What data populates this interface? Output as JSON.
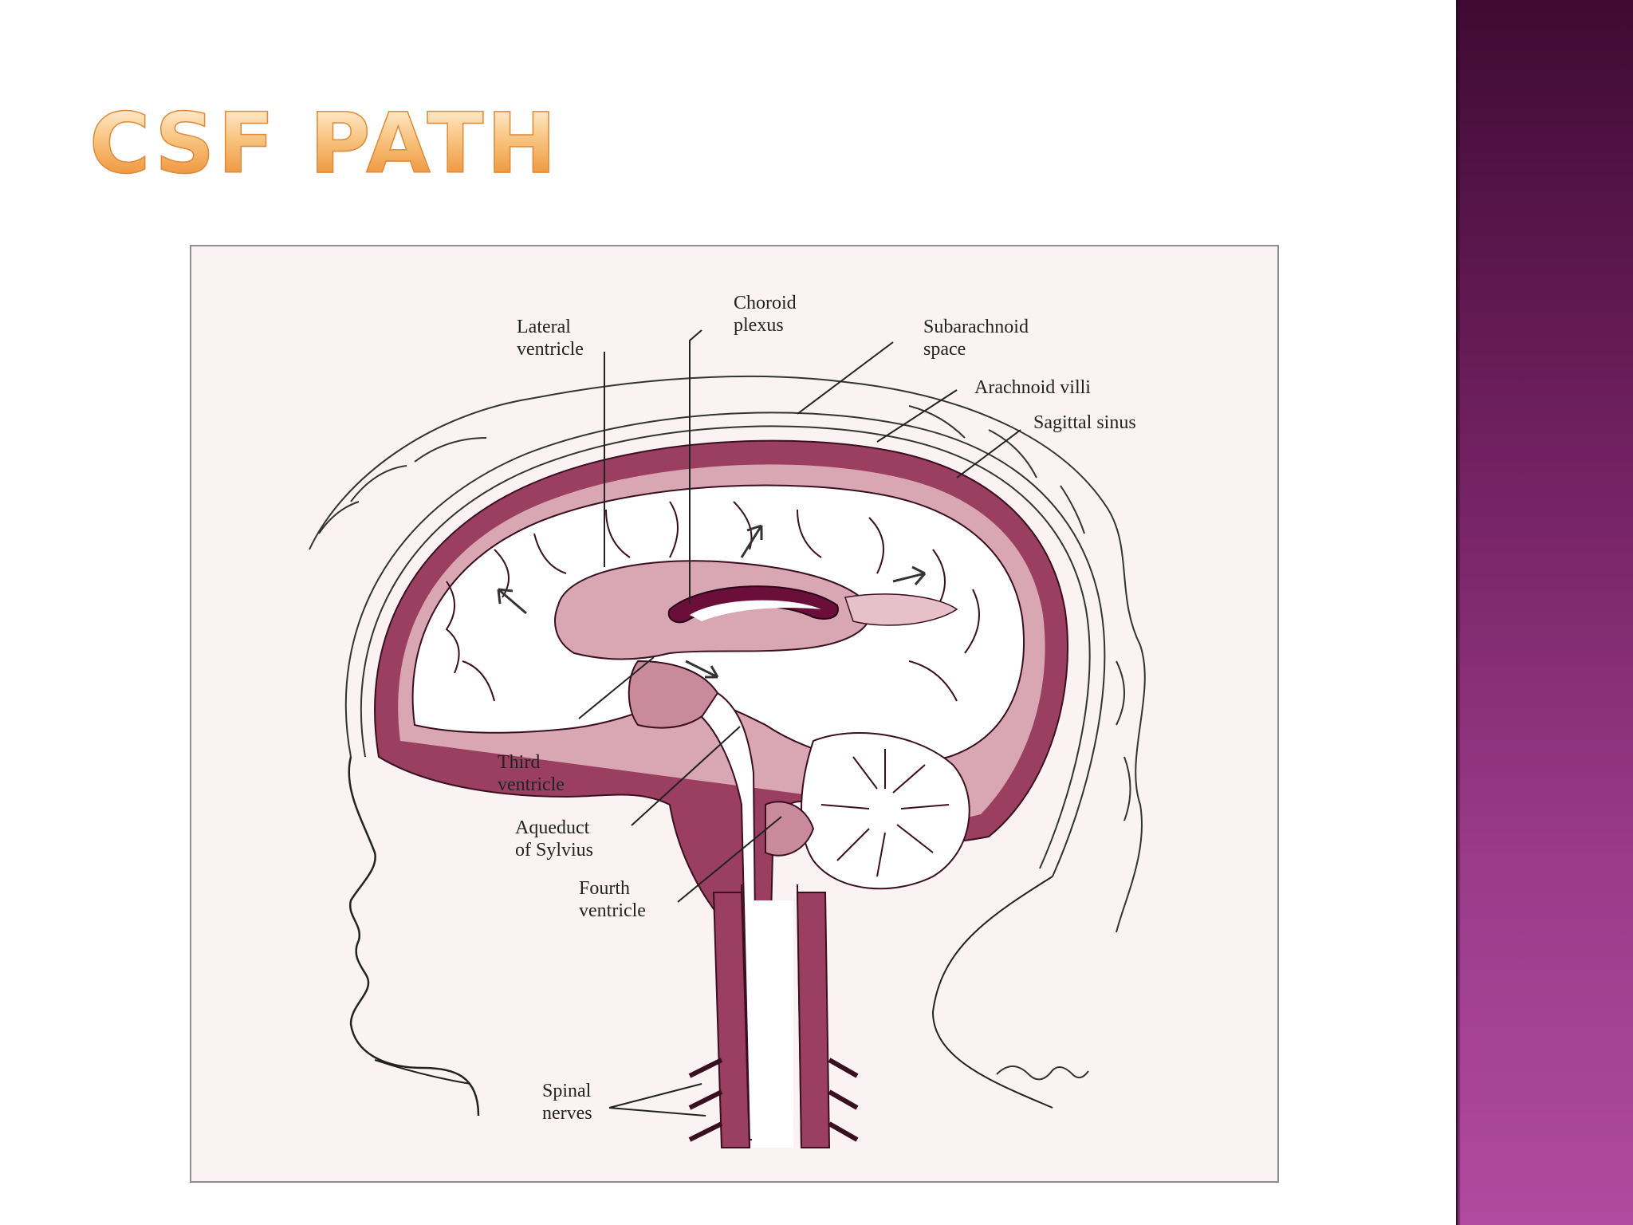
{
  "slide": {
    "title": "CSF PATH"
  },
  "theme": {
    "title_color": "#f4a556",
    "band_top": "#3f0a33",
    "band_bottom": "#b04aa0",
    "csf_fill": "#9a3f5f",
    "csf_light": "#d9a6b3",
    "brain_fill": "#ffffff"
  },
  "diagram": {
    "labels": {
      "lateral_ventricle": [
        "Lateral",
        "ventricle"
      ],
      "choroid_plexus": [
        "Choroid",
        "plexus"
      ],
      "subarachnoid_space": [
        "Subarachnoid",
        "space"
      ],
      "arachnoid_villi": [
        "Arachnoid villi"
      ],
      "sagittal_sinus": [
        "Sagittal sinus"
      ],
      "third_ventricle": [
        "Third",
        "ventricle"
      ],
      "aqueduct_of_sylvius": [
        "Aqueduct",
        "of Sylvius"
      ],
      "fourth_ventricle": [
        "Fourth",
        "ventricle"
      ],
      "spinal_nerves": [
        "Spinal",
        "nerves"
      ]
    }
  }
}
